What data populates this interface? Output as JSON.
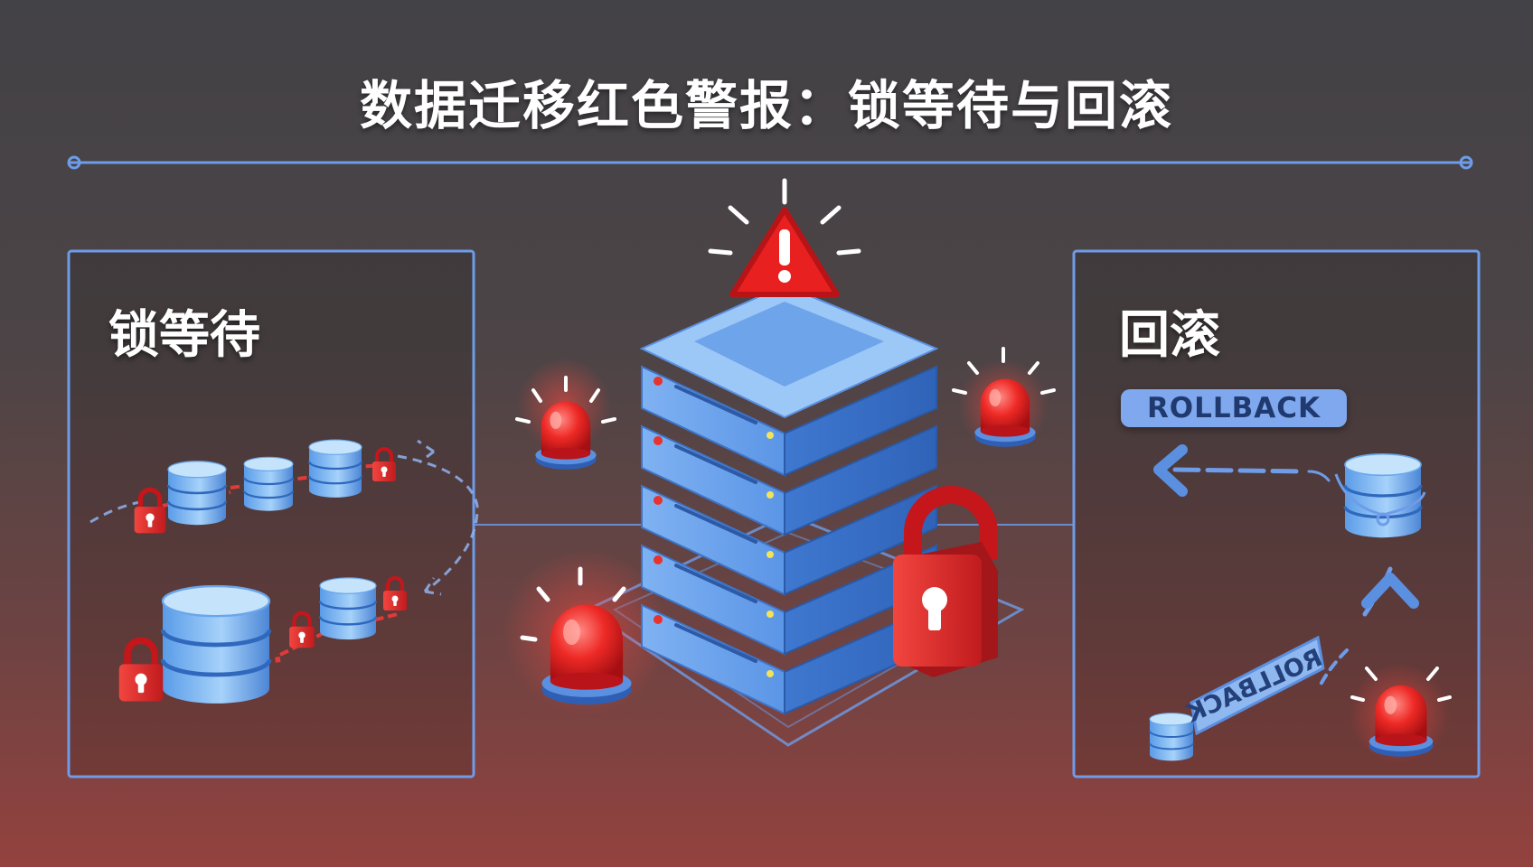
{
  "title": "数据迁移红色警报：锁等待与回滚",
  "left_panel": {
    "label": "锁等待"
  },
  "right_panel": {
    "label": "回滚",
    "rollback_badge": "ROLLBACK",
    "mirrored_tag": "ROLLBACK"
  },
  "icons": {
    "central": [
      "server-stack-icon",
      "warning-triangle-icon",
      "padlock-icon"
    ],
    "alarms": [
      "alarm-siren-icon"
    ],
    "left": [
      "database-icon",
      "padlock-icon",
      "chain-icon",
      "dashed-arrow-icon"
    ],
    "right": [
      "database-icon",
      "arrow-left-icon",
      "arrow-up-icon",
      "alarm-siren-icon"
    ]
  },
  "colors": {
    "accent_blue": "#5b8fe0",
    "alert_red": "#e0262a",
    "server_blue": "#4f8be0"
  }
}
